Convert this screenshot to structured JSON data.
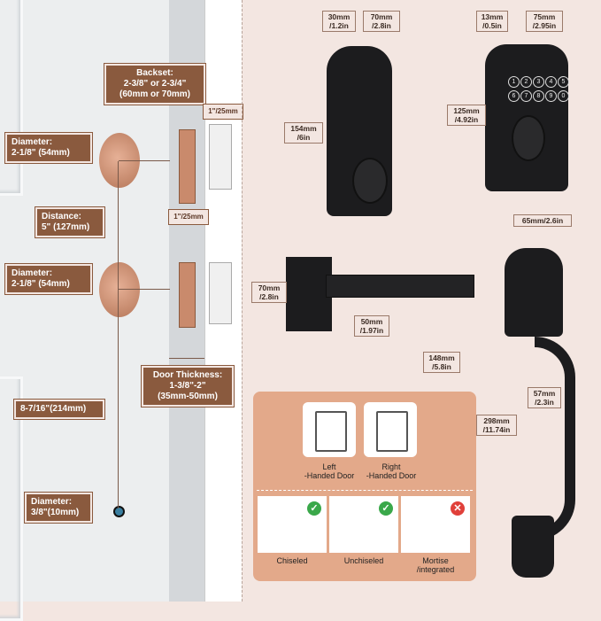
{
  "left_panel": {
    "backset": {
      "title": "Backset:",
      "line1": "2-3/8\" or 2-3/4\"",
      "line2": "(60mm or 70mm)"
    },
    "diameter_top": {
      "title": "Diameter:",
      "value": "2-1/8\" (54mm)"
    },
    "distance": {
      "title": "Distance:",
      "value": "5\" (127mm)"
    },
    "diameter_mid": {
      "title": "Diameter:",
      "value": "2-1/8\" (54mm)"
    },
    "height": {
      "value": "8-7/16\"(214mm)"
    },
    "diameter_small": {
      "title": "Diameter:",
      "value": "3/8\"(10mm)"
    },
    "door_thickness": {
      "title": "Door Thickness:",
      "line1": "1-3/8\"-2\"",
      "line2": "(35mm-50mm)"
    },
    "strike_top": "1\"/25mm",
    "edge_bore": "1\"/25mm"
  },
  "deadbolt_side": {
    "depth": "30mm\n/1.2in",
    "width": "70mm\n/2.8in",
    "height": "154mm\n/6in"
  },
  "keypad": {
    "depth": "13mm\n/0.5in",
    "width": "75mm\n/2.95in",
    "height": "125mm\n/4.92in",
    "keys": [
      "1",
      "2",
      "3",
      "4",
      "5",
      "6",
      "7",
      "8",
      "9",
      "0"
    ]
  },
  "lever": {
    "height": "70mm\n/2.8in",
    "depth": "50mm\n/1.97in",
    "length": "148mm\n/5.8in"
  },
  "handleset": {
    "width": "65mm/2.6in",
    "grip": "57mm\n/2.3in",
    "height": "298mm\n/11.74in"
  },
  "handing": {
    "left": "Left\n-Handed Door",
    "right": "Right\n-Handed Door"
  },
  "compatibility": [
    {
      "label": "Chiseled",
      "ok": true
    },
    {
      "label": "Unchiseled",
      "ok": true
    },
    {
      "label": "Mortise\n/integrated",
      "ok": false
    }
  ],
  "colors": {
    "accent": "#8a5a3e",
    "bore": "#c98a6c",
    "ok": "#3aa84a",
    "no": "#e0403a",
    "panel": "#e3a98a"
  }
}
